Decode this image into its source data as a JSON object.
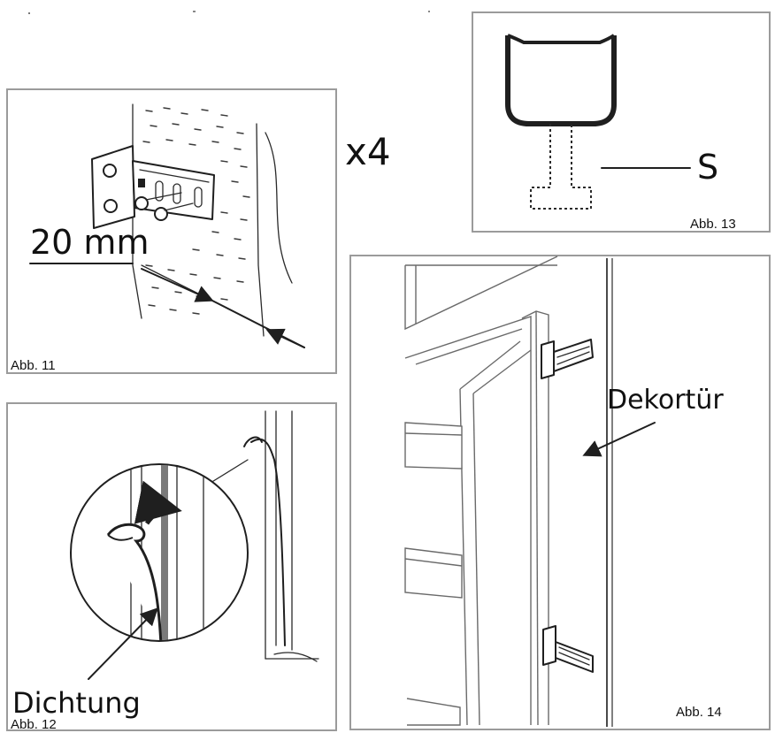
{
  "figures": {
    "abb11": {
      "caption": "Abb. 11",
      "dimension": "20 mm",
      "quantity": "x4"
    },
    "abb12": {
      "caption": "Abb. 12",
      "part_label": "Dichtung"
    },
    "abb13": {
      "caption": "Abb. 13",
      "part_label": "S"
    },
    "abb14": {
      "caption": "Abb. 14",
      "part_label": "Dekortür"
    }
  }
}
